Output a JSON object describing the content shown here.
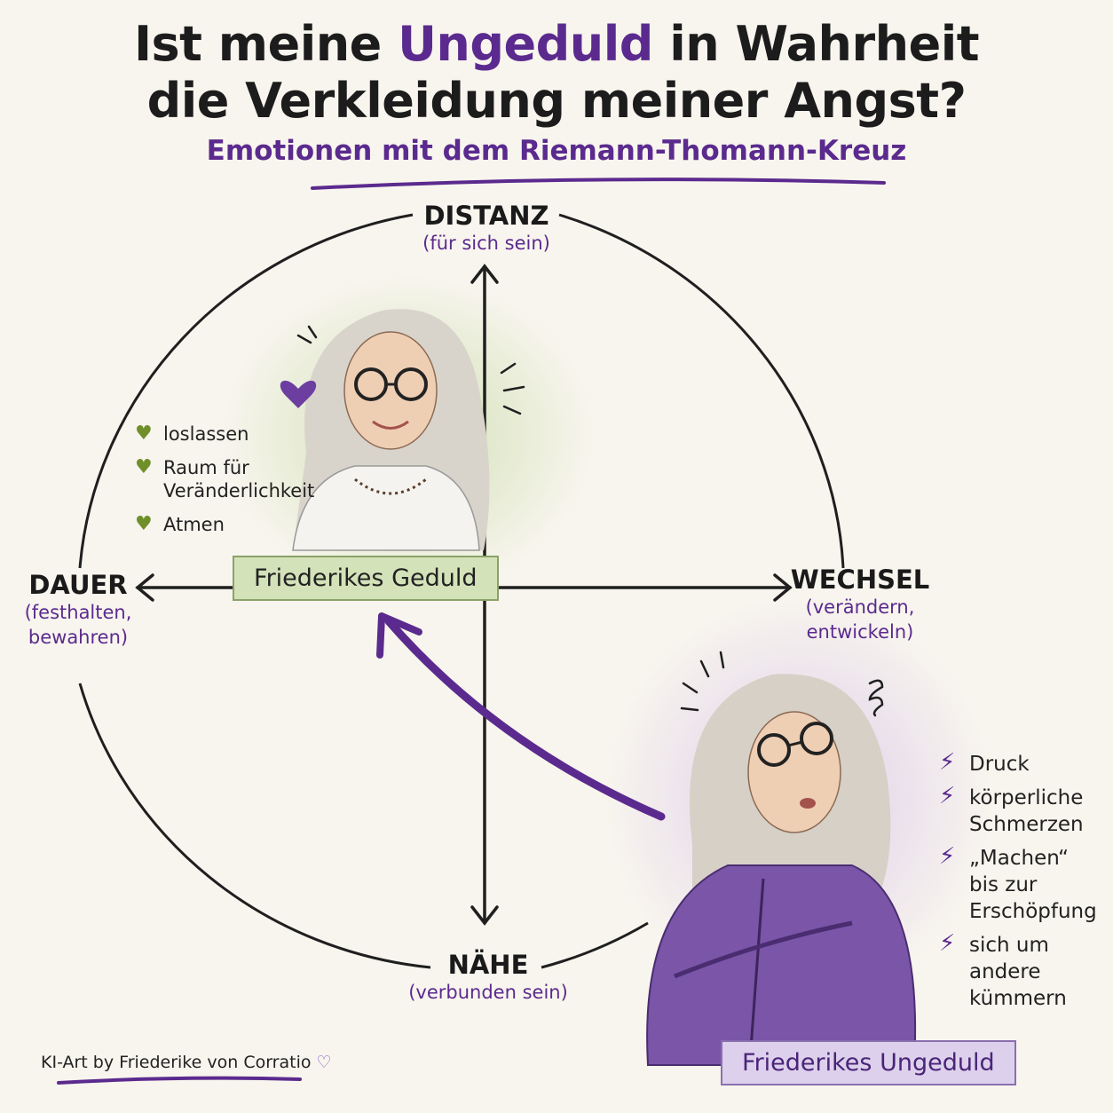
{
  "title": {
    "line1_pre": "Ist meine ",
    "line1_highlight": "Ungeduld",
    "line1_post": " in Wahrheit",
    "line2": "die Verkleidung meiner Angst?"
  },
  "subtitle": "Emotionen mit dem Riemann-Thomann-Kreuz",
  "axes": {
    "top": {
      "label": "DISTANZ",
      "sub": "(für sich sein)"
    },
    "bottom": {
      "label": "NÄHE",
      "sub": "(verbunden sein)"
    },
    "left": {
      "label": "DAUER",
      "sub1": "(festhalten,",
      "sub2": "bewahren)"
    },
    "right": {
      "label": "WECHSEL",
      "sub1": "(verändern,",
      "sub2": "entwickeln)"
    }
  },
  "positive_list": [
    "loslassen",
    "Raum für Veränderlichkeit",
    "Atmen"
  ],
  "negative_list": [
    "Druck",
    "körperliche Schmerzen",
    "„Machen“ bis zur Erschöpfung",
    "sich um andere kümmern"
  ],
  "labels": {
    "patience": "Friederikes Geduld",
    "impatience": "Friederikes Ungeduld"
  },
  "credit": "KI-Art by Friederike von Corratio",
  "icons": {
    "positive": "heart-icon",
    "negative": "lightning-icon"
  },
  "colors": {
    "accent": "#5b2a8e",
    "green": "#6f8f2a",
    "ink": "#1c1c1c",
    "background": "#f8f5ee"
  }
}
